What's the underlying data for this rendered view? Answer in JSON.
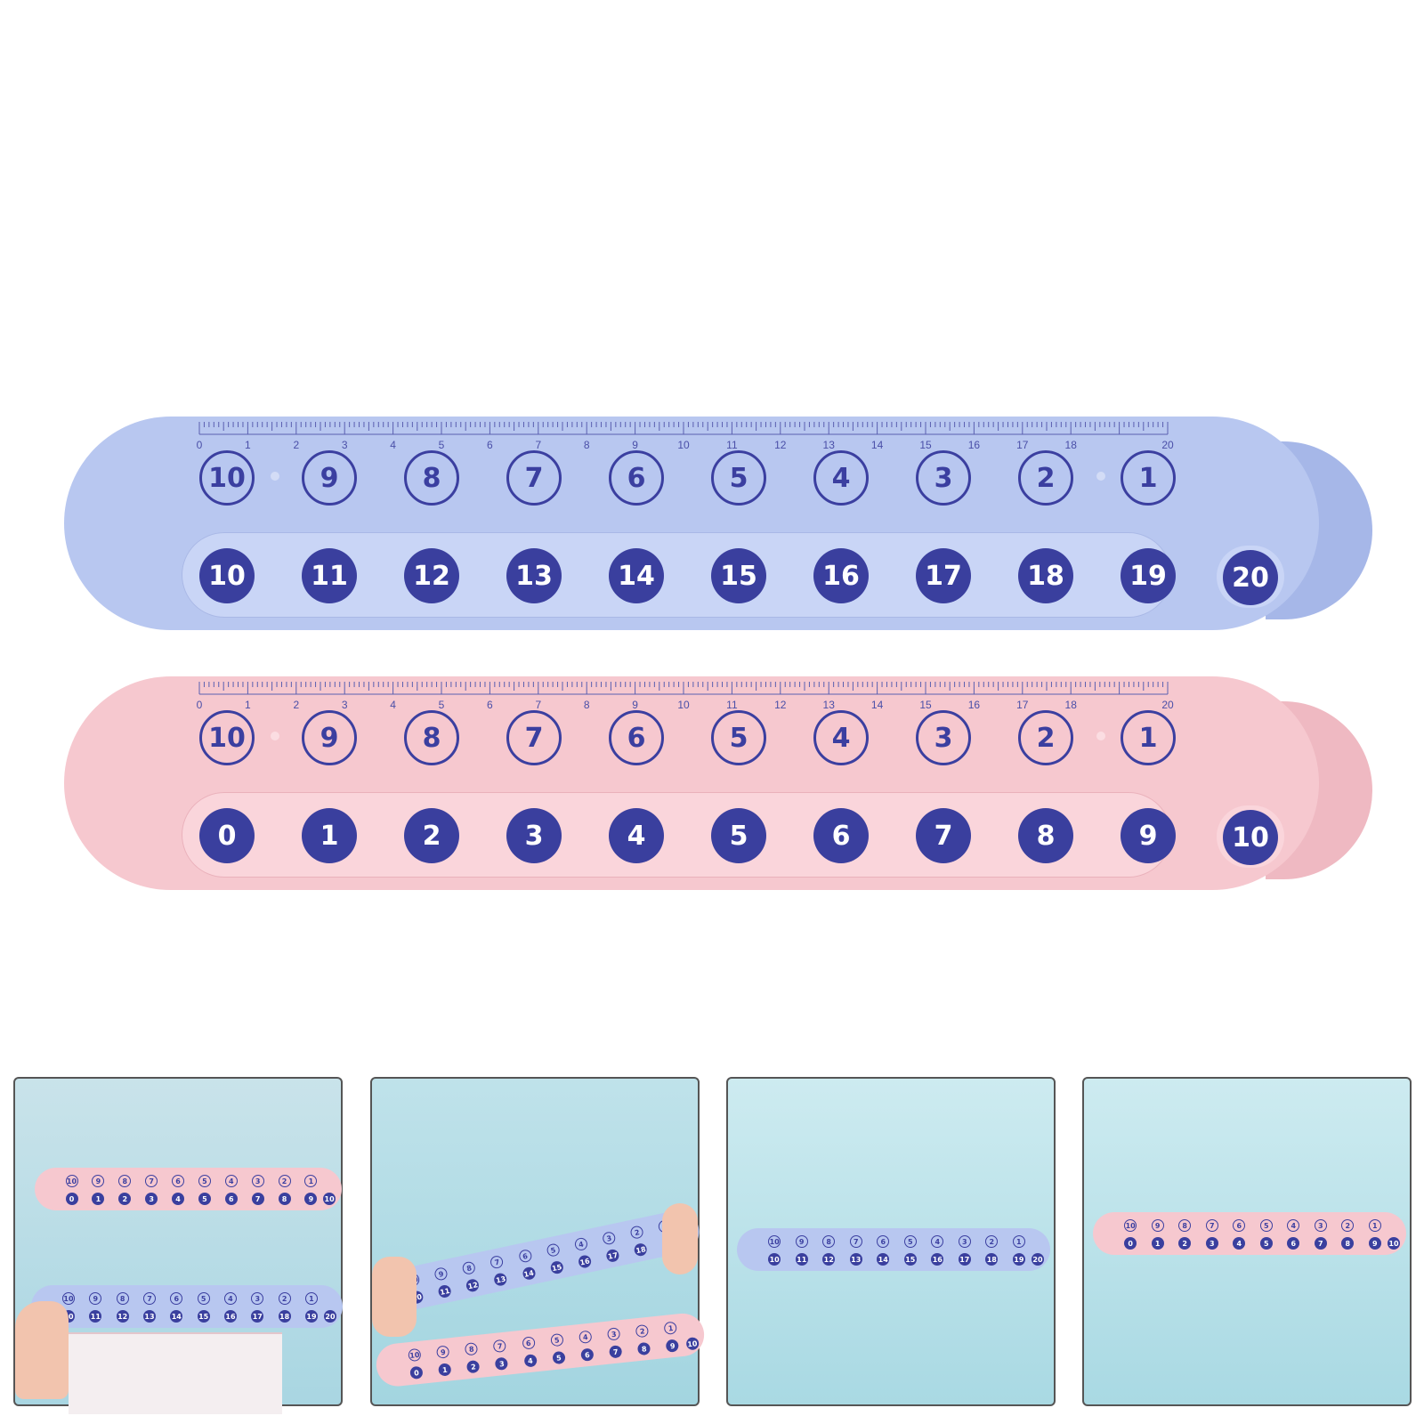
{
  "colors": {
    "ink": "#3a3f9e",
    "blue_ruler": "#b8c7f0",
    "pink_ruler": "#f6c8cf",
    "thumb_bg": "#bfe6ee"
  },
  "rulers": [
    {
      "variant": "blue",
      "scale_labels": [
        "0",
        "1",
        "2",
        "3",
        "4",
        "5",
        "6",
        "7",
        "8",
        "9",
        "10",
        "11",
        "12",
        "13",
        "14",
        "15",
        "16",
        "17",
        "18",
        "20"
      ],
      "top_numbers": [
        "10",
        "9",
        "8",
        "7",
        "6",
        "5",
        "4",
        "3",
        "2",
        "1"
      ],
      "bottom_numbers": [
        "10",
        "11",
        "12",
        "13",
        "14",
        "15",
        "16",
        "17",
        "18",
        "19"
      ],
      "end_number": "20"
    },
    {
      "variant": "pink",
      "scale_labels": [
        "0",
        "1",
        "2",
        "3",
        "4",
        "5",
        "6",
        "7",
        "8",
        "9",
        "10",
        "11",
        "12",
        "13",
        "14",
        "15",
        "16",
        "17",
        "18",
        "20"
      ],
      "top_numbers": [
        "10",
        "9",
        "8",
        "7",
        "6",
        "5",
        "4",
        "3",
        "2",
        "1"
      ],
      "bottom_numbers": [
        "0",
        "1",
        "2",
        "3",
        "4",
        "5",
        "6",
        "7",
        "8",
        "9"
      ],
      "end_number": "10"
    }
  ],
  "thumbnails": [
    {
      "name": "thumb-pink-and-blue-over-notebook"
    },
    {
      "name": "thumb-two-rulers-held"
    },
    {
      "name": "thumb-blue-ruler"
    },
    {
      "name": "thumb-pink-ruler"
    }
  ]
}
